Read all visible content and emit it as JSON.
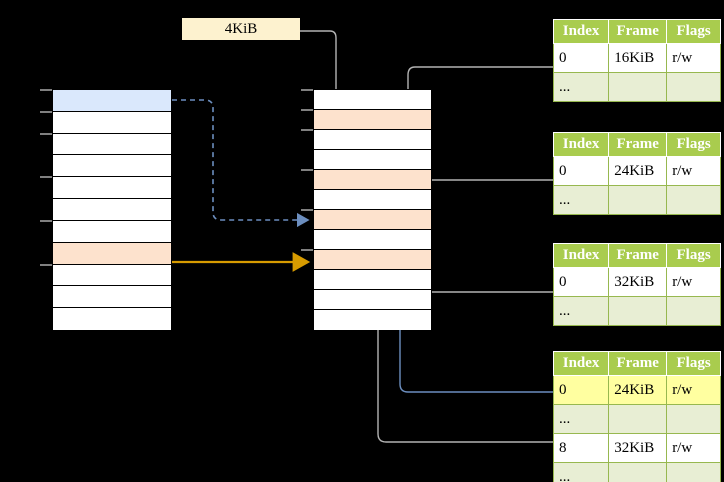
{
  "diagram": {
    "title": "4KiB",
    "callout": {
      "label": "4KiB"
    }
  },
  "virtual_column": {
    "name": "virtual-address-space",
    "rows": [
      {
        "id": "v1",
        "fill": "blue",
        "label": ""
      },
      {
        "id": "v2",
        "fill": "white",
        "label": ""
      },
      {
        "id": "v3",
        "fill": "white",
        "label": ""
      },
      {
        "id": "v4",
        "fill": "white",
        "label": ""
      },
      {
        "id": "v5",
        "fill": "white",
        "label": ""
      },
      {
        "id": "v6",
        "fill": "white",
        "label": ""
      },
      {
        "id": "v7",
        "fill": "white",
        "label": ""
      },
      {
        "id": "v8",
        "fill": "orange",
        "label": ""
      },
      {
        "id": "v9",
        "fill": "white",
        "label": ""
      },
      {
        "id": "v10",
        "fill": "white",
        "label": ""
      },
      {
        "id": "v11",
        "fill": "white",
        "label": ""
      }
    ]
  },
  "physical_column": {
    "name": "physical-memory",
    "rows": [
      {
        "id": "p1",
        "fill": "white",
        "label": ""
      },
      {
        "id": "p2",
        "fill": "orange",
        "label": ""
      },
      {
        "id": "p3",
        "fill": "white",
        "label": ""
      },
      {
        "id": "p4",
        "fill": "white",
        "label": ""
      },
      {
        "id": "p5",
        "fill": "orange",
        "label": ""
      },
      {
        "id": "p6",
        "fill": "white",
        "label": ""
      },
      {
        "id": "p7",
        "fill": "orange",
        "label": ""
      },
      {
        "id": "p8",
        "fill": "white",
        "label": ""
      },
      {
        "id": "p9",
        "fill": "orange",
        "label": ""
      },
      {
        "id": "p10",
        "fill": "white",
        "label": ""
      },
      {
        "id": "p11",
        "fill": "white",
        "label": ""
      },
      {
        "id": "p12",
        "fill": "white",
        "label": ""
      }
    ]
  },
  "page_tables": [
    {
      "name": "page-table-1",
      "columns": [
        "Index",
        "Frame",
        "Flags"
      ],
      "rows": [
        {
          "cells": [
            "0",
            "16KiB",
            "r/w"
          ],
          "alt": false,
          "highlight": [
            false,
            false,
            false
          ]
        },
        {
          "cells": [
            "...",
            "",
            ""
          ],
          "alt": true,
          "highlight": [
            false,
            false,
            false
          ]
        }
      ]
    },
    {
      "name": "page-table-2",
      "columns": [
        "Index",
        "Frame",
        "Flags"
      ],
      "rows": [
        {
          "cells": [
            "0",
            "24KiB",
            "r/w"
          ],
          "alt": false,
          "highlight": [
            false,
            false,
            false
          ]
        },
        {
          "cells": [
            "...",
            "",
            ""
          ],
          "alt": true,
          "highlight": [
            false,
            false,
            false
          ]
        }
      ]
    },
    {
      "name": "page-table-3",
      "columns": [
        "Index",
        "Frame",
        "Flags"
      ],
      "rows": [
        {
          "cells": [
            "0",
            "32KiB",
            "r/w"
          ],
          "alt": false,
          "highlight": [
            false,
            false,
            false
          ]
        },
        {
          "cells": [
            "...",
            "",
            ""
          ],
          "alt": true,
          "highlight": [
            false,
            false,
            false
          ]
        }
      ]
    },
    {
      "name": "page-table-4",
      "columns": [
        "Index",
        "Frame",
        "Flags"
      ],
      "rows": [
        {
          "cells": [
            "0",
            "24KiB",
            "r/w"
          ],
          "alt": false,
          "highlight": [
            true,
            true,
            true
          ]
        },
        {
          "cells": [
            "...",
            "",
            ""
          ],
          "alt": true,
          "highlight": [
            false,
            false,
            false
          ]
        },
        {
          "cells": [
            "8",
            "32KiB",
            "r/w"
          ],
          "alt": false,
          "highlight": [
            false,
            false,
            false
          ]
        },
        {
          "cells": [
            "...",
            "",
            ""
          ],
          "alt": true,
          "highlight": [
            false,
            false,
            false
          ]
        }
      ]
    }
  ],
  "colors": {
    "background": "#000000",
    "header_green": "#a9cc4e",
    "row_alt_green": "#e8eed4",
    "highlight_yellow": "#ffffa0",
    "callout_yellow": "#fdf2cf",
    "blue_fill": "#dae8fc",
    "orange_fill": "#fde2cd",
    "blue_arrow": "#6c8ebf",
    "orange_arrow": "#d79b00",
    "gray_wire": "#b3b3b3"
  },
  "connectors": [
    {
      "name": "callout-to-physical",
      "style": "solid",
      "color": "#b3b3b3"
    },
    {
      "name": "virtual-to-physical-dashed",
      "style": "dashed",
      "color": "#6c8ebf"
    },
    {
      "name": "virtual-to-physical-solid",
      "style": "solid",
      "color": "#d79b00"
    },
    {
      "name": "pagetable1-to-physical",
      "style": "solid",
      "color": "#b3b3b3"
    },
    {
      "name": "pagetable2-to-physical",
      "style": "solid",
      "color": "#b3b3b3"
    },
    {
      "name": "pagetable3-to-physical",
      "style": "solid",
      "color": "#b3b3b3"
    },
    {
      "name": "pagetable4-row0-to-physical",
      "style": "solid",
      "color": "#6c8ebf"
    },
    {
      "name": "pagetable4-row8-to-physical",
      "style": "solid",
      "color": "#b3b3b3"
    }
  ]
}
